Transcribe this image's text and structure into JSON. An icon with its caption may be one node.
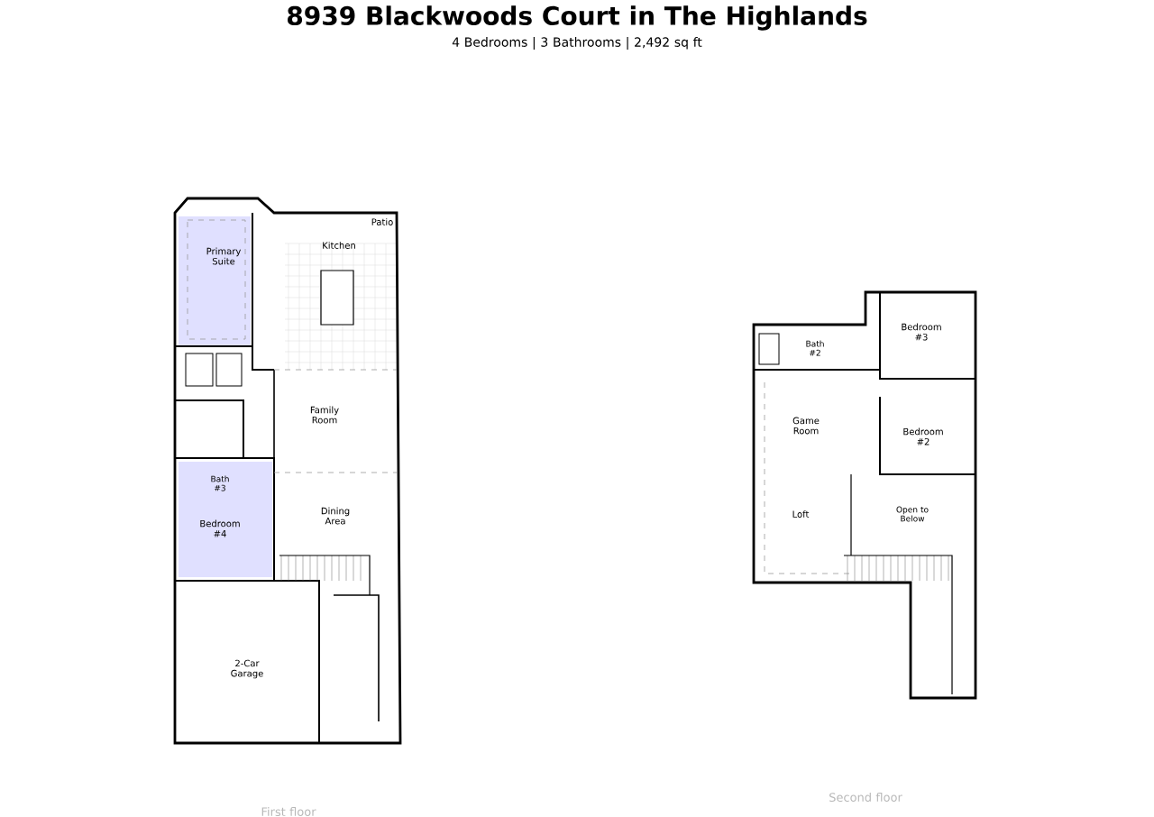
{
  "diagram": {
    "title": "8939 Blackwoods Court in The Highlands",
    "labels": [
      "4 Bedrooms | 3 Bathrooms | 2,492 sq ft",
      "Patio",
      "Primary Suite",
      "Kitchen",
      "Family Room",
      "Bath #3",
      "Bedroom #4",
      "Dining Area",
      "2-Car Garage",
      "Bedroom #3",
      "Bath #2",
      "Game Room",
      "Bedroom #2",
      "Loft",
      "Open to Below",
      "First floor",
      "Second floor"
    ]
  }
}
